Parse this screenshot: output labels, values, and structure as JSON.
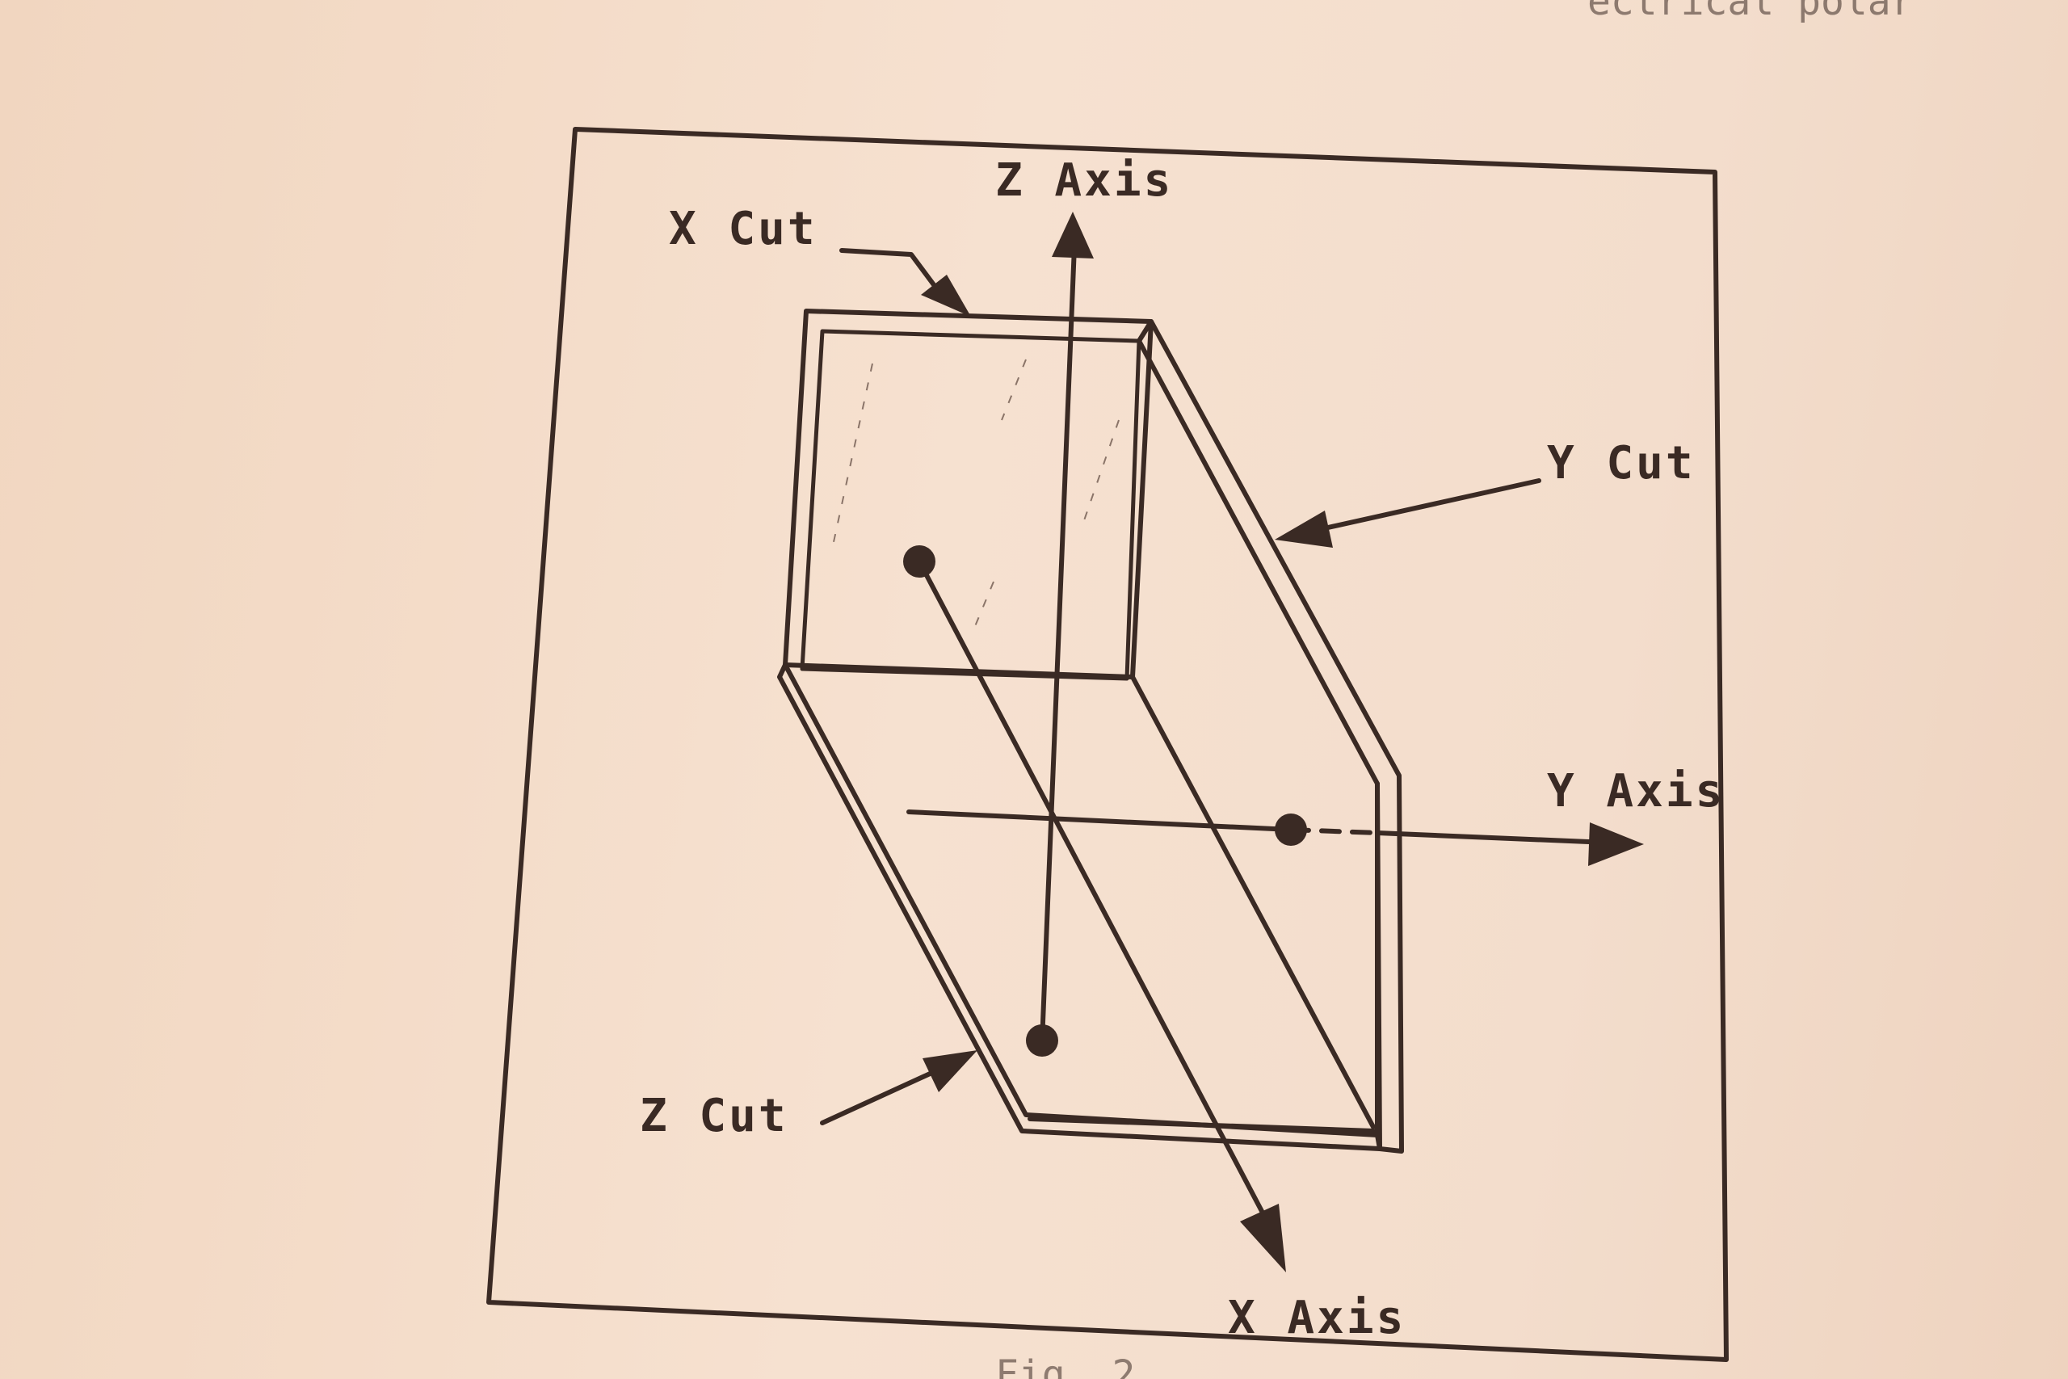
{
  "header_fragment": "ectrical polar",
  "caption_fragment": "Fig. 2",
  "labels": {
    "z_axis": "Z Axis",
    "x_cut": "X Cut",
    "y_cut": "Y Cut",
    "y_axis": "Y Axis",
    "z_cut": "Z Cut",
    "x_axis": "X Axis"
  },
  "colors": {
    "ink": "#3a2a24",
    "paper": "#f4dcc8"
  }
}
